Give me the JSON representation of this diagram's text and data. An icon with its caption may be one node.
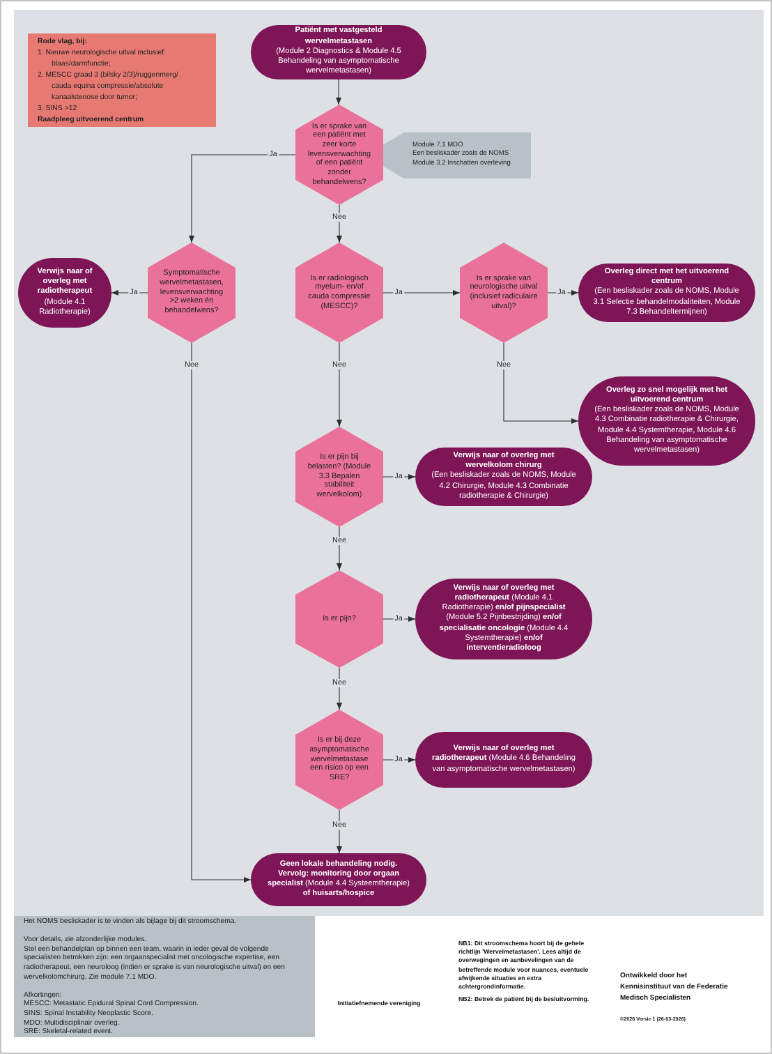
{
  "diagram": {
    "nodes": [
      {
        "text": [
          "Rode vlag, bij:",
          "1. Nieuwe neurologische uitval inclusief blaas/darmfunctie;",
          "2. MESCC graad 3 (bilsky 2/3)/ruggenmerg/ cauda equina compressie/absolute kanaalstenose door tumor;",
          "3. SINS >12",
          "Raadpleeg uitvoerend centrum"
        ]
      },
      {
        "text": [
          "Patiënt met vastgesteld wervelmetastasen",
          "(Module 2 Diagnostics & Module 4.5 Behandeling van asymptomatische wervelmetastasen)"
        ]
      },
      {
        "text": [
          "Is er sprake van een patiënt met zeer korte levensverwachting of een patiënt zonder behandelwens?"
        ]
      },
      {
        "text": [
          "Module 7.1 MDO",
          "Een besliskader zoals de NOMS",
          "Module 3.2 Inschatten overleving"
        ]
      },
      {
        "text": [
          "Verwijs naar of overleg met radiotherapeut",
          "(Module 4.1 Radiotherapie)"
        ]
      },
      {
        "text": [
          "Symptomatische wervelmetastasen, levensverwachting >2 weken én behandelwens?"
        ]
      },
      {
        "text": [
          "Is er radiologisch myelum- en/of cauda compressie (MESCC)?"
        ]
      },
      {
        "text": [
          "Is er sprake van neurologische uitval (inclusief radiculaire uitval)?"
        ]
      },
      {
        "text": [
          "Overleg direct met het uitvoerend centrum",
          "(Een besliskader zoals de NOMS, Module 3.1 Selectie behandelmodaliteiten, Module 7.3 Behandeltermijnen)"
        ]
      },
      {
        "text": [
          "Overleg zo snel mogelijk met het uitvoerend centrum",
          "(Een besliskader zoals de NOMS, Module 4.3 Combinatie radiotherapie & Chirurgie, Module 4.4 Systemtherapie, Module 4.6 Behandeling van asymptomatische wervelmetastasen)"
        ]
      },
      {
        "text": [
          "Is er pijn bij belasten? (Module 3.3 Bepalen stabiliteit wervelkolom)"
        ]
      },
      {
        "text": [
          "Verwijs naar of overleg met wervelkolom chirurg",
          "(Een besliskader zoals de NOMS, Module 4.2 Chirurgie, Module 4.3 Combinatie radiotherapie & Chirurgie)"
        ]
      },
      {
        "text": [
          "Is er pijn?"
        ]
      },
      {
        "text": [
          "**Verwijs naar of overleg met radiotherapeut** (Module 4.1 Radiotherapie) **en/of pijnspecialist** (Module 5.2 Pijnbestrijding) **en/of specialisatie oncologie** (Module 4.4 Systemtherapie) **en/of interventieradioloog**"
        ]
      },
      {
        "text": [
          "Is er bij deze asymptomatische wervelmetastase een risico op een SRE?"
        ]
      },
      {
        "text": [
          "**Verwijs naar of overleg met radiotherapeut** (Module 4.6 Behandeling van asymptomatische wervelmetastasen)"
        ]
      },
      {
        "text": [
          "**Geen lokale behandeling nodig. Vervolg: monitoring door orgaan specialist** (Module 4.4 Systeemtherapie) **of huisarts/hospice**"
        ]
      },
      {
        "text": [
          "Het NOMS besliskader is te vinden als bijlage bij dit stroomschema.",
          "Voor details, zie afzonderlijke modules.",
          "Stel een behandelplan op binnen een team, waarin in ieder geval de volgende specialisten betrokken zijn: een orgaanspecialist met oncologische expertise, een radiotherapeut, een neuroloog (indien er sprake is van neurologische uitval) en een wervelkolomchirurg. Zie module 7.1 MDO.",
          "Afkortingen:",
          "MESCC: Metastatic Epidural Spinal Cord Compression.",
          "SINS: Spinal Instability Neoplastic Score.",
          "MDO: Multidisciplinair overleg.",
          "SRE: Skeletal-related event."
        ]
      }
    ],
    "edges": [
      {
        "from": 1,
        "to": 2,
        "arrow": "to"
      },
      {
        "from": 2,
        "to": 5,
        "arrow": "to",
        "label": "Ja"
      },
      {
        "from": 2,
        "to": 6,
        "arrow": "to",
        "label": "Nee"
      },
      {
        "from": 5,
        "to": 4,
        "arrow": "to",
        "label": "Ja"
      },
      {
        "from": 5,
        "to": 16,
        "arrow": "to",
        "label": "Nee"
      },
      {
        "from": 6,
        "to": 7,
        "arrow": "to",
        "label": "Ja"
      },
      {
        "from": 6,
        "to": 10,
        "arrow": "to",
        "label": "Nee"
      },
      {
        "from": 7,
        "to": 8,
        "arrow": "to",
        "label": "Ja"
      },
      {
        "from": 7,
        "to": 9,
        "arrow": "to",
        "label": "Nee"
      },
      {
        "from": 10,
        "to": 11,
        "arrow": "to",
        "label": "Ja"
      },
      {
        "from": 10,
        "to": 12,
        "arrow": "to",
        "label": "Nee"
      },
      {
        "from": 12,
        "to": 13,
        "arrow": "to",
        "label": "Ja"
      },
      {
        "from": 12,
        "to": 14,
        "arrow": "to",
        "label": "Nee"
      },
      {
        "from": 14,
        "to": 15,
        "arrow": "to",
        "label": "Ja"
      },
      {
        "from": 14,
        "to": 16,
        "arrow": "to",
        "label": "Nee"
      }
    ],
    "labels": [
      "Initiatiefnemende vereniging",
      "NB1: Dit stroomschema hoort bij de gehele richtlijn 'Wervelmetastasen'. Lees altijd de overwegingen en aanbevelingen van de betreffende module voor nuances, eventuele afwijkende situaties en extra achtergrondinformatie.",
      "NB2: Betrek de patiënt bij de besluitvorming.",
      "Ontwikkeld door het Kennisinstituut van de Federatie Medisch Specialisten",
      "©2026 Versie 1 (26-03-2026)"
    ]
  }
}
